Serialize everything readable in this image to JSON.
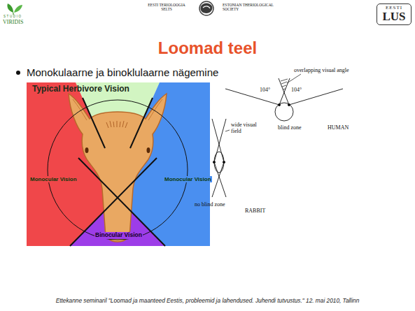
{
  "diagram": {
    "title": "Loomad teel",
    "caption": "Ettekanne seminaril \"Loomad ja maanteed Eestis, probleemid ja lahendused. Juhendi tutvustus.\" 12. mai 2010, Tallinn",
    "nodes": [
      {
        "text": [
          "EESTI",
          "LUS"
        ]
      },
      {
        "text": [
          "Typical Herbivore Vision"
        ]
      },
      {
        "text": [
          "Monocular Vision"
        ]
      },
      {
        "text": [
          "Monocular Vision"
        ]
      },
      {
        "text": [
          "Binocular Vision"
        ]
      }
    ],
    "labels": [
      "STUDIO",
      "VIRIDIS",
      "EESTI TERIOLOOGIA SELTS",
      "ESTONIAN THERIOLOGICAL SOCIETY",
      "Monokulaarne ja binoklulaarne nägemine",
      "overlapping visual angle",
      "104°",
      "104°",
      "blind zone",
      "HUMAN",
      "wide visual field",
      "no blind zone",
      "RABBIT"
    ]
  }
}
